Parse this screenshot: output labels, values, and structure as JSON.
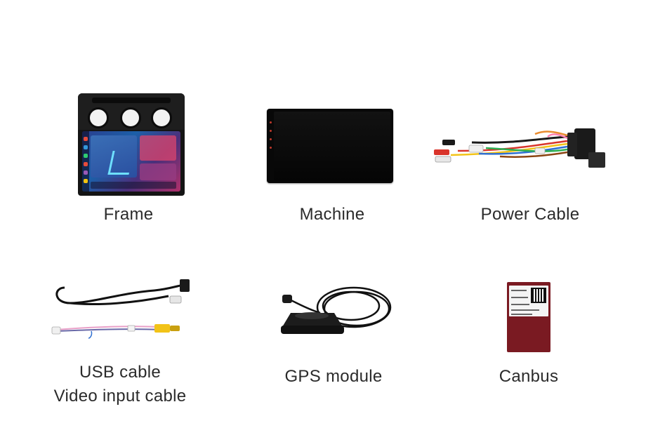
{
  "products": [
    {
      "id": "frame",
      "label": "Frame",
      "icon": "frame-image"
    },
    {
      "id": "machine",
      "label": "Machine",
      "icon": "machine-image"
    },
    {
      "id": "power",
      "label": "Power Cable",
      "icon": "power-cable-image"
    },
    {
      "id": "usb",
      "label_line1": "USB cable",
      "label_line2": "Video input cable",
      "icon": "usb-video-cable-image"
    },
    {
      "id": "gps",
      "label": "GPS module",
      "icon": "gps-module-image"
    },
    {
      "id": "canbus",
      "label": "Canbus",
      "icon": "canbus-image"
    }
  ],
  "colors": {
    "text": "#2b2b2b",
    "background": "#ffffff",
    "canbus": "#7a1a22",
    "cable_yellow": "#f2c318"
  }
}
